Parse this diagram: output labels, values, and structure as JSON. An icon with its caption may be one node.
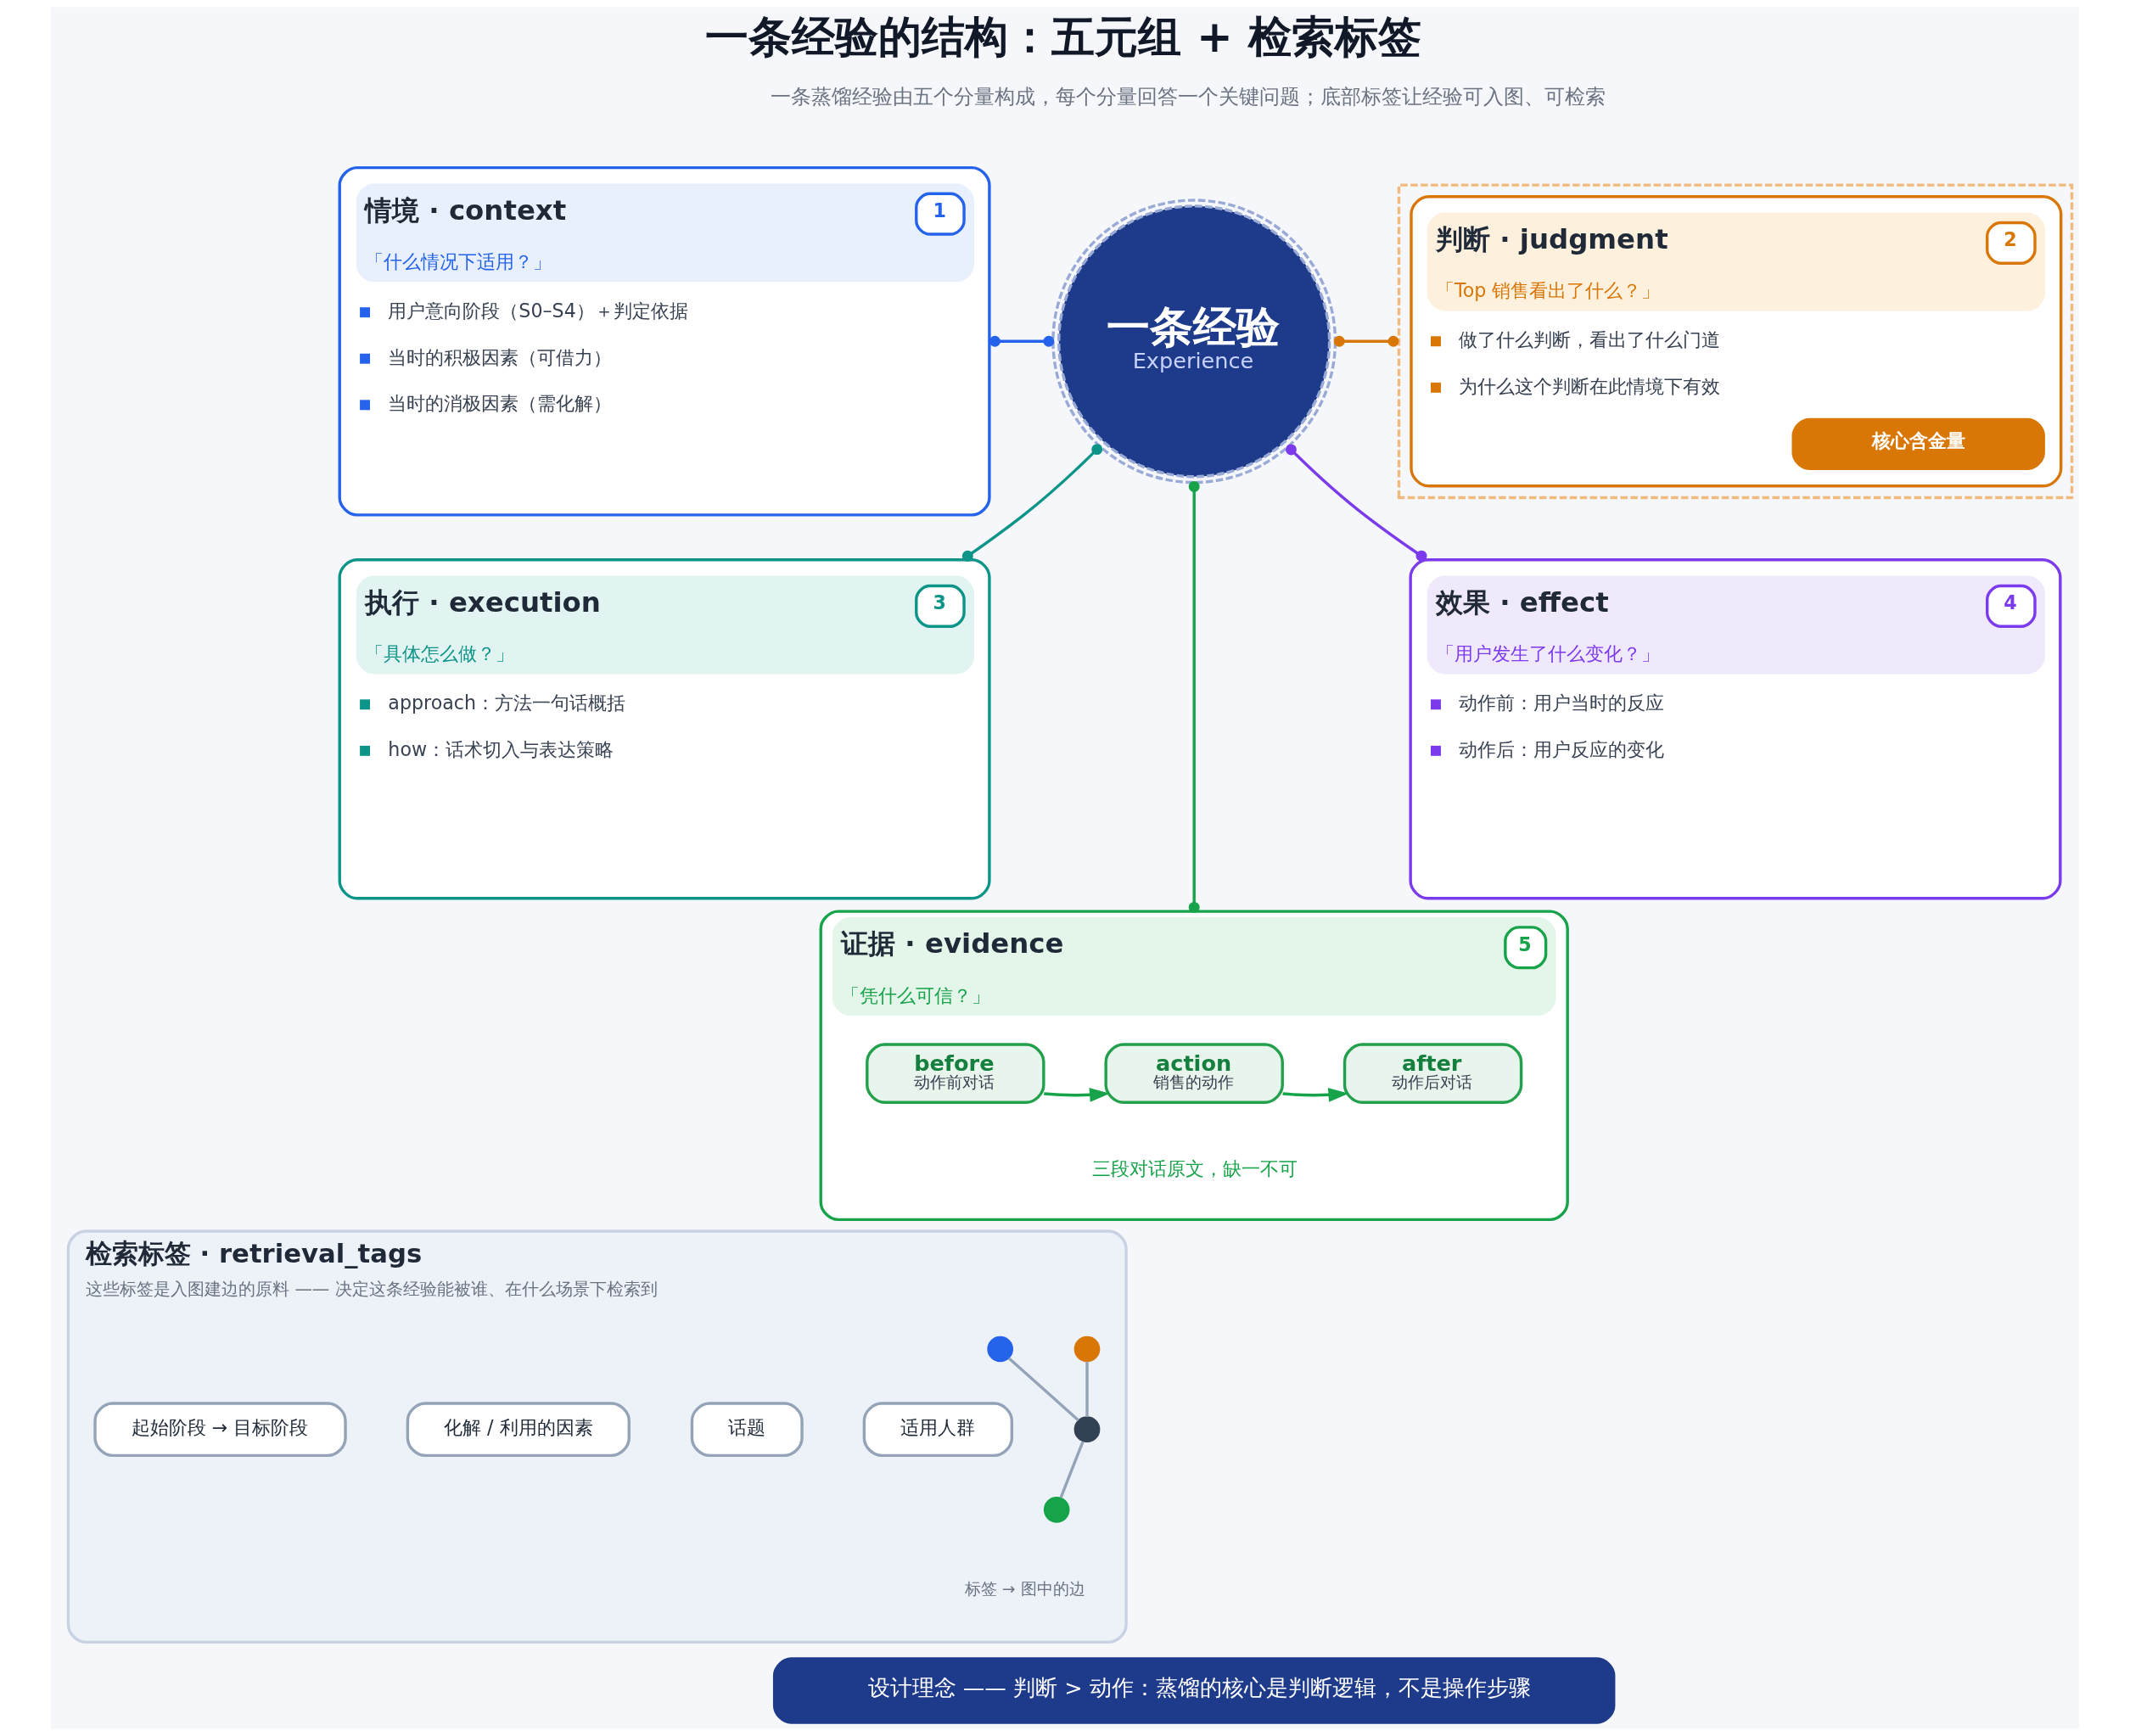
{
  "diagram": {
    "title": "一条经验的结构：五元组 + 检索标签",
    "nodes": [
      {
        "text": [
          "一条经验",
          "Experience"
        ]
      },
      {
        "text": [
          "情境 · context",
          "「什么情况下适用？」",
          "1",
          "用户意向阶段（S0–S4）＋判定依据",
          "当时的积极因素（可借力）",
          "当时的消极因素（需化解）"
        ]
      },
      {
        "text": [
          "判断 · judgment",
          "「Top 销售看出了什么？」",
          "2",
          "做了什么判断，看出了什么门道",
          "为什么这个判断在此情境下有效",
          "核心含金量"
        ]
      },
      {
        "text": [
          "执行 · execution",
          "「具体怎么做？」",
          "3",
          "approach：方法一句话概括",
          "how：话术切入与表达策略"
        ]
      },
      {
        "text": [
          "效果 · effect",
          "「用户发生了什么变化？」",
          "4",
          "动作前：用户当时的反应",
          "动作后：用户反应的变化"
        ]
      },
      {
        "text": [
          "证据 · evidence",
          "「凭什么可信？」",
          "5",
          "三段对话原文，缺一不可"
        ]
      },
      {
        "text": [
          "before",
          "动作前对话"
        ],
        "in": 5
      },
      {
        "text": [
          "action",
          "销售的动作"
        ],
        "in": 5
      },
      {
        "text": [
          "after",
          "动作后对话"
        ],
        "in": 5
      },
      {
        "text": [
          "检索标签 · retrieval_tags",
          "这些标签是入图建边的原料 —— 决定这条经验能被谁、在什么场景下检索到"
        ]
      },
      {
        "text": [
          "起始阶段 → 目标阶段"
        ],
        "in": 9
      },
      {
        "text": [
          "化解 / 利用的因素"
        ],
        "in": 9
      },
      {
        "text": [
          "话题"
        ],
        "in": 9
      },
      {
        "text": [
          "适用人群"
        ],
        "in": 9
      },
      {
        "text": [],
        "shape": "circle",
        "in": 9
      },
      {
        "text": [],
        "shape": "circle",
        "in": 9
      },
      {
        "text": [],
        "shape": "circle",
        "in": 9
      },
      {
        "text": [],
        "shape": "circle",
        "in": 9
      },
      {
        "text": [
          "设计理念 —— 判断 > 动作：蒸馏的核心是判断逻辑，不是操作步骤"
        ]
      }
    ],
    "edges": [
      {
        "from": 1,
        "to": 0,
        "arrow": "other",
        "color": "#2563eb"
      },
      {
        "from": 0,
        "to": 2,
        "arrow": "other",
        "color": "#d97706"
      },
      {
        "from": 0,
        "to": 3,
        "arrow": "other",
        "color": "#0d9488"
      },
      {
        "from": 0,
        "to": 4,
        "arrow": "other",
        "color": "#7c3aed"
      },
      {
        "from": 0,
        "to": 5,
        "arrow": "other",
        "color": "#16a34a"
      },
      {
        "from": 6,
        "to": 7,
        "arrow": "to",
        "color": "#16a34a"
      },
      {
        "from": 7,
        "to": 8,
        "arrow": "to",
        "color": "#16a34a"
      },
      {
        "from": 14,
        "to": 16,
        "arrow": "none",
        "color": "#94a3b8"
      },
      {
        "from": 15,
        "to": 16,
        "arrow": "none",
        "color": "#94a3b8"
      },
      {
        "from": 16,
        "to": 17,
        "arrow": "none",
        "color": "#94a3b8"
      }
    ],
    "labels": [
      "一条蒸馏经验由五个分量构成，每个分量回答一个关键问题；底部标签让经验可入图、可检索",
      "标签 → 图中的边"
    ]
  }
}
